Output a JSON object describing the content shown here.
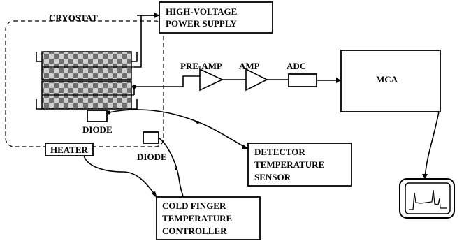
{
  "labels": {
    "cryostat": "CRYOSTAT",
    "hv_supply": [
      "HIGH-VOLTAGE",
      "POWER SUPPLY"
    ],
    "preamp": "PRE-AMP",
    "amp": "AMP",
    "adc": "ADC",
    "mca": "MCA",
    "diode_left": "DIODE",
    "diode_right": "DIODE",
    "heater": "HEATER",
    "detector_sensor": [
      "DETECTOR",
      "TEMPERATURE",
      "SENSOR"
    ],
    "cold_finger": [
      "COLD FINGER",
      "TEMPERATURE",
      "CONTROLLER"
    ]
  }
}
